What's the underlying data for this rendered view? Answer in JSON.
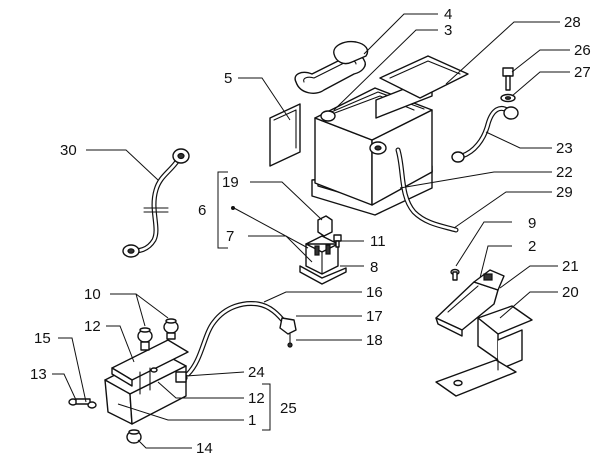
{
  "callouts": [
    {
      "id": "1",
      "text": "1"
    },
    {
      "id": "2",
      "text": "2"
    },
    {
      "id": "3",
      "text": "3"
    },
    {
      "id": "4",
      "text": "4"
    },
    {
      "id": "5",
      "text": "5"
    },
    {
      "id": "6",
      "text": "6"
    },
    {
      "id": "7",
      "text": "7"
    },
    {
      "id": "8",
      "text": "8"
    },
    {
      "id": "9",
      "text": "9"
    },
    {
      "id": "10",
      "text": "10"
    },
    {
      "id": "11",
      "text": "11"
    },
    {
      "id": "12a",
      "text": "12"
    },
    {
      "id": "12b",
      "text": "12"
    },
    {
      "id": "13",
      "text": "13"
    },
    {
      "id": "14",
      "text": "14"
    },
    {
      "id": "15",
      "text": "15"
    },
    {
      "id": "16",
      "text": "16"
    },
    {
      "id": "17",
      "text": "17"
    },
    {
      "id": "18",
      "text": "18"
    },
    {
      "id": "19",
      "text": "19"
    },
    {
      "id": "20",
      "text": "20"
    },
    {
      "id": "21",
      "text": "21"
    },
    {
      "id": "22",
      "text": "22"
    },
    {
      "id": "23",
      "text": "23"
    },
    {
      "id": "24",
      "text": "24"
    },
    {
      "id": "25",
      "text": "25"
    },
    {
      "id": "26",
      "text": "26"
    },
    {
      "id": "27",
      "text": "27"
    },
    {
      "id": "28",
      "text": "28"
    },
    {
      "id": "29",
      "text": "29"
    },
    {
      "id": "30",
      "text": "30"
    }
  ]
}
